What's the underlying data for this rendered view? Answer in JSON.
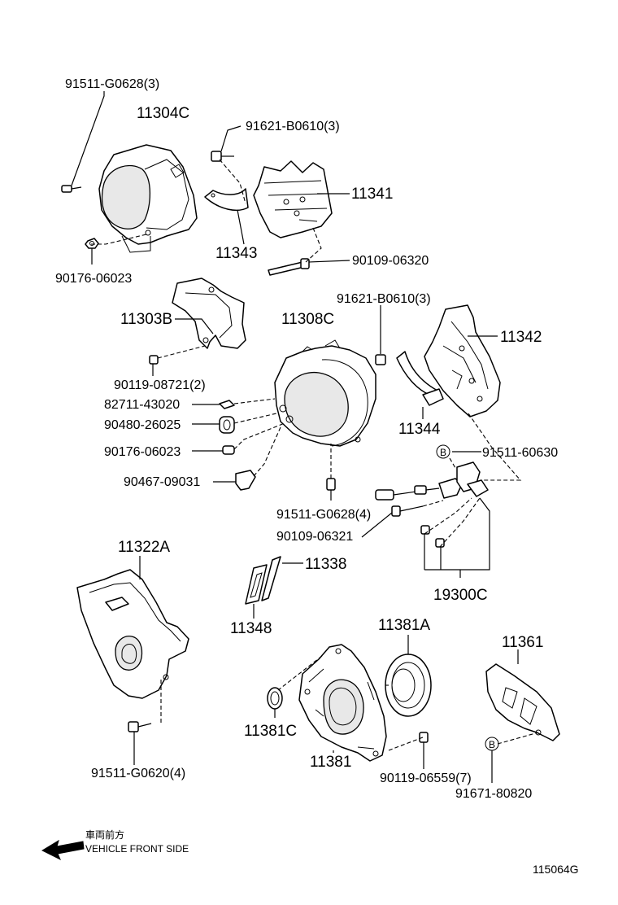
{
  "labels": {
    "p91511_g0628_3": "91511-G0628(3)",
    "p11304c": "11304C",
    "p91621_b0610_3a": "91621-B0610(3)",
    "p11341": "11341",
    "p11343": "11343",
    "p90109_06320": "90109-06320",
    "p90176_06023a": "90176-06023",
    "p91621_b0610_3b": "91621-B0610(3)",
    "p11342": "11342",
    "p11303b": "11303B",
    "p11308c": "11308C",
    "p90119_08721_2": "90119-08721(2)",
    "p82711_43020": "82711-43020",
    "p90480_26025": "90480-26025",
    "p90176_06023b": "90176-06023",
    "p90467_09031": "90467-09031",
    "p11344": "11344",
    "p91511_60630": "91511-60630",
    "p91511_g0628_4": "91511-G0628(4)",
    "p90109_06321": "90109-06321",
    "p11322a": "11322A",
    "p11338": "11338",
    "p11348": "11348",
    "p19300c": "19300C",
    "p11381a": "11381A",
    "p11361": "11361",
    "p11381c": "11381C",
    "p11381": "11381",
    "p91511_g0620_4": "91511-G0620(4)",
    "p90119_06559_7": "90119-06559(7)",
    "p91671_80820": "91671-80820"
  },
  "callouts": {
    "b_upper": "B",
    "b_lower": "B"
  },
  "direction": {
    "jp": "車両前方",
    "en": "VEHICLE FRONT SIDE"
  },
  "figure_id": "115064G"
}
